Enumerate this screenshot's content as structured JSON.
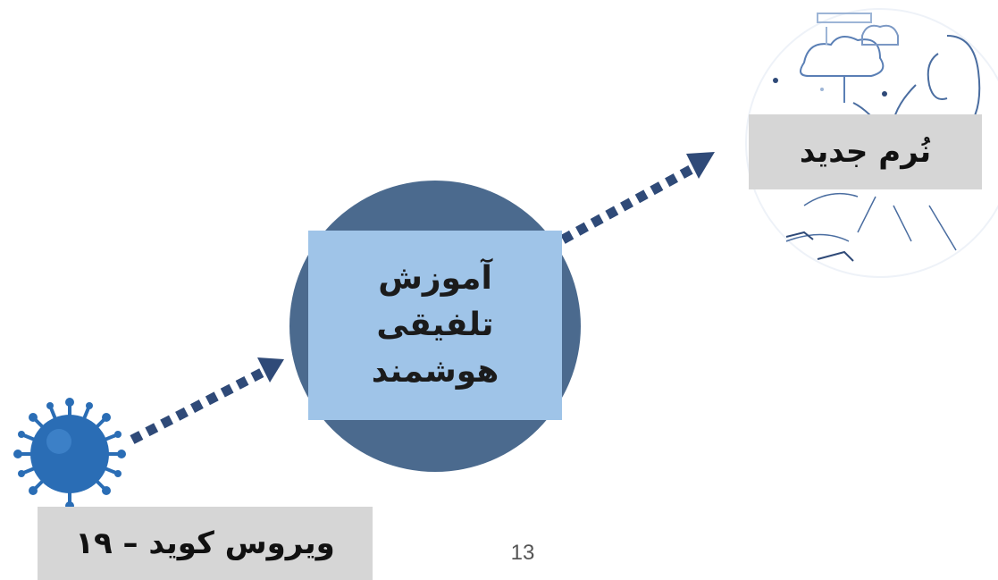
{
  "nodes": {
    "virus_label": "ویروس کوید – ۱۹",
    "center_line1": "آموزش",
    "center_line2": "تلفیقی",
    "center_line3": "هوشمند",
    "new_norm_label": "نُرم جدید"
  },
  "slide": {
    "page_number": "13"
  },
  "colors": {
    "arrow": "#2f4a78",
    "circle": "#4b6a8e",
    "center_box": "#9fc4e8",
    "label_box": "#d6d6d6",
    "virus": "#2a6db5"
  }
}
